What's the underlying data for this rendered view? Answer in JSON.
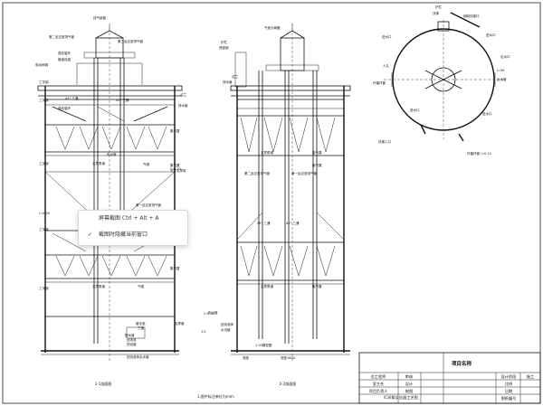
{
  "view_titles": {
    "left": "1-1剖面图",
    "middle": "2-2剖面图"
  },
  "notes": "1.图中标注单位为mm;",
  "left_view": {
    "labels": [
      "排气接管",
      "第二反应室排气管",
      "第三反应室排气管",
      "强化循环",
      "管道连接",
      "电动阀调",
      "工字钢",
      "工字钢",
      "强化循环",
      "45° 三通",
      "45° 三通",
      "法兰",
      "排水管",
      "集气罩",
      "布水管",
      "工字钢",
      "支撑角钢",
      "气帽",
      "集气罩",
      "天字支撑架",
      "支撑角钢",
      "第一反应室排气管",
      "工字钢",
      "工字钢",
      "支撑角钢",
      "气帽",
      "集气罩",
      "管支座",
      "三通",
      "配水管",
      "回流液",
      "排泥管",
      "回流液体出水管",
      "支撑管",
      "i=0.10"
    ],
    "dim_labels": [
      "i=0.06",
      "i=0.10"
    ]
  },
  "middle_view": {
    "labels": [
      "气液分离罐",
      "护栏",
      "底部钢",
      "法兰",
      "排水管",
      "第二反应室排气管",
      "支撑角钢",
      "集气罩",
      "第一反应室排气管",
      "集气罩",
      "45° 三通",
      "45° 三通",
      "支撑角钢",
      "集气罩",
      "布水管",
      "回流液体",
      "水流管",
      "1:30模型图",
      "底座",
      "1:2"
    ],
    "dim_labels": [
      "底座1800"
    ]
  },
  "top_view": {
    "labels": [
      "护栏",
      "扶梯",
      "钢制扶梯口",
      "进水口",
      "进水口",
      "人孔",
      "出水口",
      "外循环管",
      "i=50",
      "出水管",
      "进水口",
      "进水口",
      "扶梯入口",
      "外循环管 i=0.10"
    ]
  },
  "title_block": {
    "project_name": "项目名称",
    "drawing_name": "IC厌氧反应器工艺图",
    "rows": [
      [
        "总工程师",
        "审核",
        "",
        "设计阶段",
        "施工"
      ],
      [
        "室主任",
        "设计",
        "",
        "比例",
        ""
      ],
      [
        "项目负责人",
        "制图",
        "",
        "日期",
        ""
      ],
      [
        "",
        "",
        "",
        "图纸编号",
        ""
      ]
    ]
  },
  "context_menu": {
    "items": [
      {
        "label": "屏幕截图 Ctrl + Alt + A",
        "checked": false
      },
      {
        "label": "截图时隐藏当前窗口",
        "checked": true
      }
    ]
  }
}
